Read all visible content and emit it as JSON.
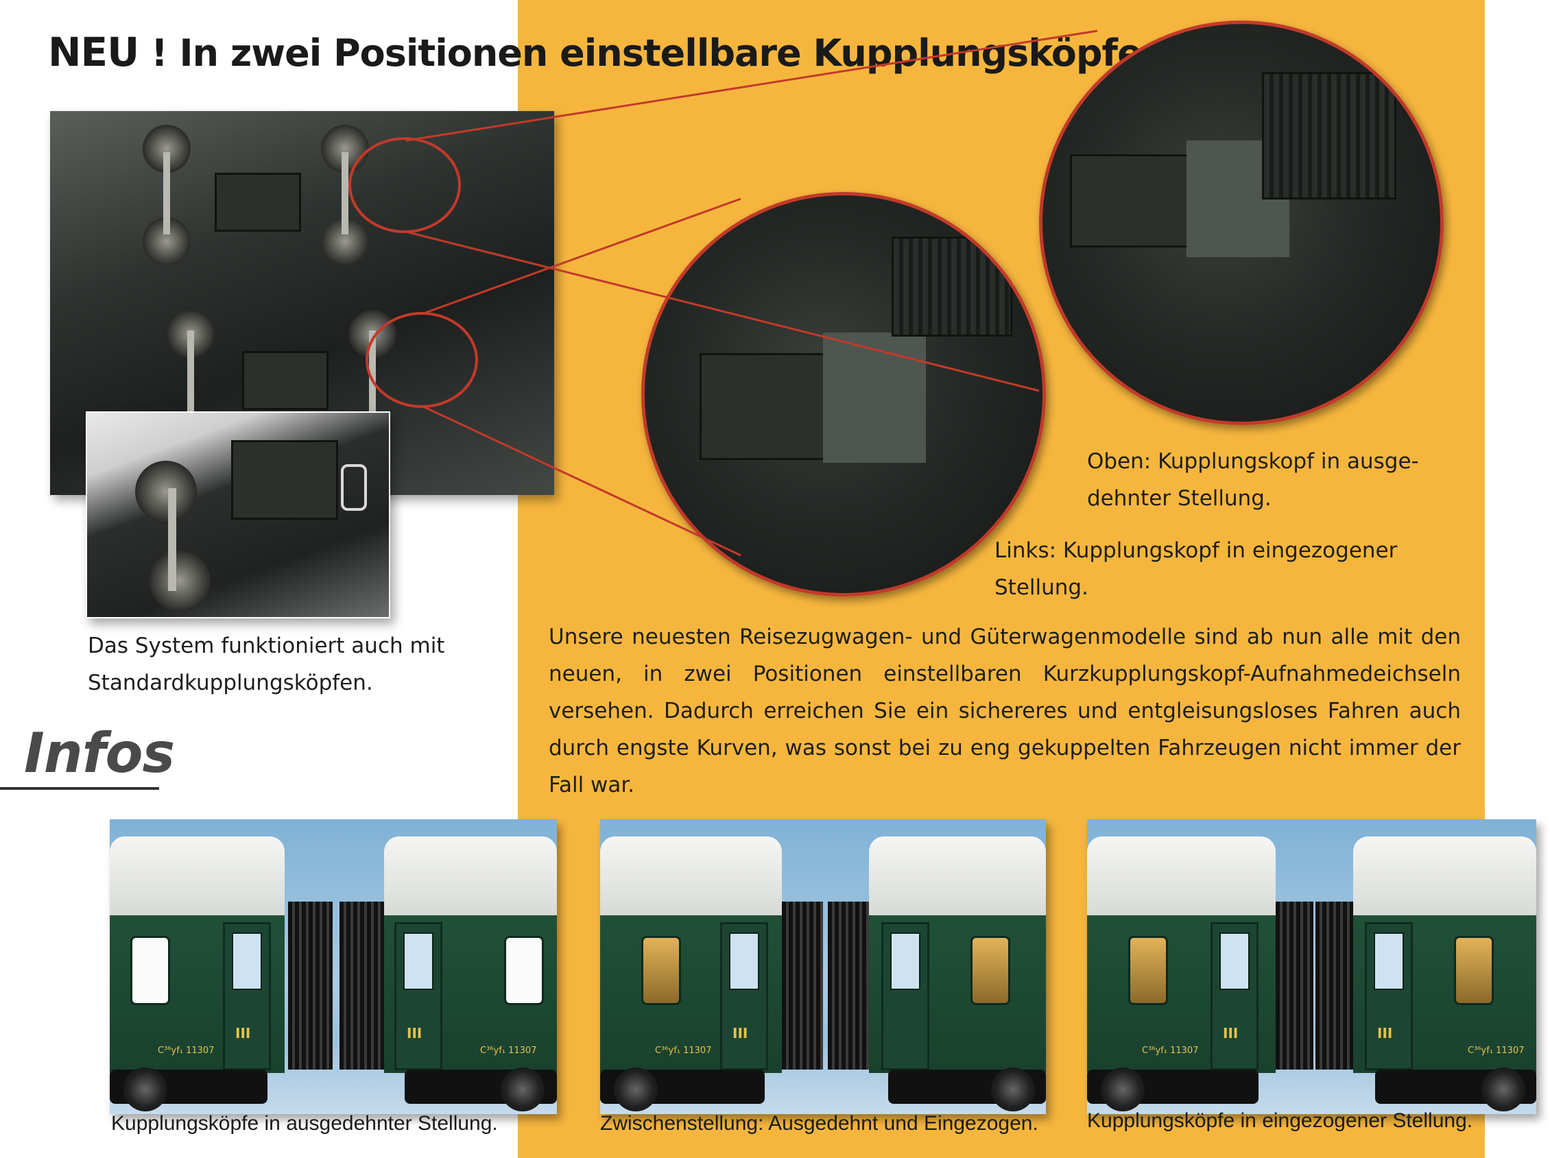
{
  "headline": {
    "neu": "NEU",
    "rest": "! In zwei Positionen einstellbare Kupplungsköpfe"
  },
  "photos": {
    "underside_main": "coach-underside-photo",
    "underside_small": "standard-coupler-photo",
    "zoom_left": "retracted-coupler-closeup",
    "zoom_right": "extended-coupler-closeup"
  },
  "captions": {
    "top_line1": "Oben: Kupplungskopf in ausge-",
    "top_line2": "dehnter Stellung.",
    "left_line1": "Links: Kupplungskopf in eingezogener",
    "left_line2": "Stellung.",
    "system_line1": "Das System funktioniert auch mit",
    "system_line2": "Standardkupplungsköpfen."
  },
  "body_text": "Unsere neuesten Reisezugwagen- und Güterwagenmodelle sind ab nun alle mit den neuen, in zwei Positionen einstellbaren Kurzkupplungskopf-Aufnahmedeichseln versehen. Dadurch erreichen Sie ein sichereres und entgleisungsloses Fahren auch durch engste Kurven, was sonst bei zu eng gekuppelten Fahrzeugen nicht immer der Fall war.",
  "infos_heading": "Infos",
  "coach_photos": [
    {
      "caption": "Kupplungsköpfe in ausgedehnter Stellung."
    },
    {
      "caption": "Zwischenstellung: Ausgedehnt und Eingezogen."
    },
    {
      "caption": "Kupplungsköpfe in eingezogener Stellung."
    }
  ],
  "coach_markings": {
    "class_numeral": "III",
    "class_number": "3",
    "code": "C³⁶yf₁ 11307"
  },
  "colors": {
    "panel_yellow": "#f6b63e",
    "callout_red": "#c23a2a",
    "coach_green": "#1d4533"
  }
}
